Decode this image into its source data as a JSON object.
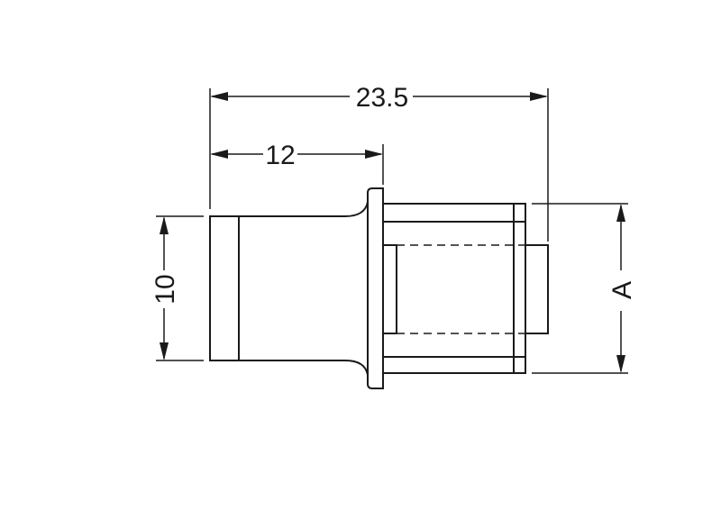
{
  "drawing": {
    "dimensions": {
      "overall_length": "23.5",
      "front_length": "12",
      "front_height": "10",
      "rear_height": "A"
    }
  }
}
